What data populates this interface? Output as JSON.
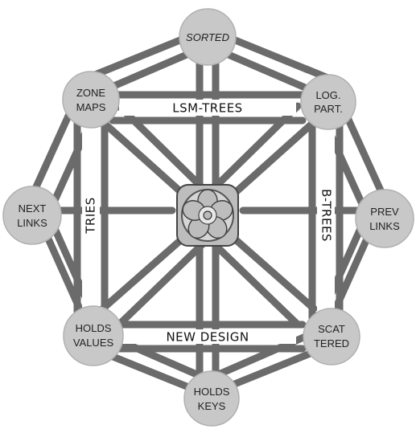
{
  "nodes": {
    "sorted": [
      "SORTED"
    ],
    "log_part": [
      "LOG.",
      "PART."
    ],
    "prev_links": [
      "PREV",
      "LINKS"
    ],
    "scattered": [
      "SCAT",
      "TERED"
    ],
    "holds_keys": [
      "HOLDS",
      "KEYS"
    ],
    "holds_values": [
      "HOLDS",
      "VALUES"
    ],
    "next_links": [
      "NEXT",
      "LINKS"
    ],
    "zone_maps": [
      "ZONE",
      "MAPS"
    ]
  },
  "structures": {
    "lsm_trees": "LSM-TREES",
    "b_trees": "B-TREES",
    "new_design": "NEW DESIGN",
    "tries": "TRIES"
  },
  "center_icon": "rose-icon"
}
